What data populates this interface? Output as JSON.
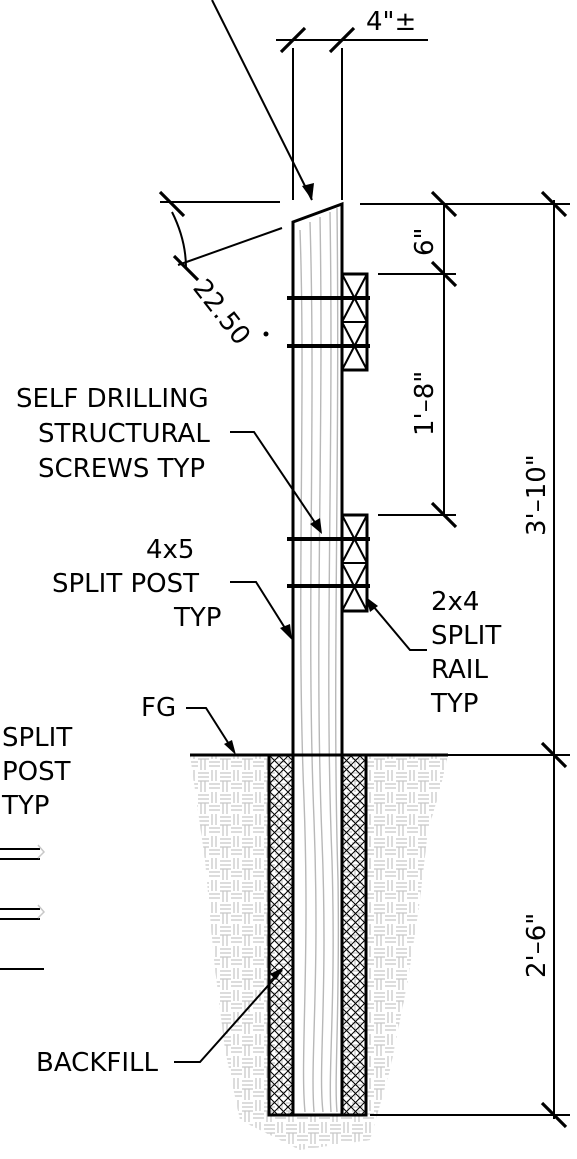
{
  "labels": {
    "post_width": "4\"±",
    "angle": "22.50",
    "dim_top": "6\"",
    "dim_rail_spacing": "1'–8\"",
    "dim_above_grade": "3'–10\"",
    "dim_below_grade": "2'–6\"",
    "screws": [
      "SELF DRILLING",
      "STRUCTURAL",
      "SCREWS TYP"
    ],
    "post": [
      "4x5",
      "SPLIT POST",
      "TYP"
    ],
    "rail": [
      "2x4",
      "SPLIT",
      "RAIL",
      "TYP"
    ],
    "finish_grade": "FG",
    "split_post_left": [
      "SPLIT",
      "POST",
      "TYP"
    ],
    "backfill": "BACKFILL"
  },
  "colors": {
    "line": "#000000",
    "soil": "#c8c8c8",
    "grain": "#b8b8b8"
  }
}
